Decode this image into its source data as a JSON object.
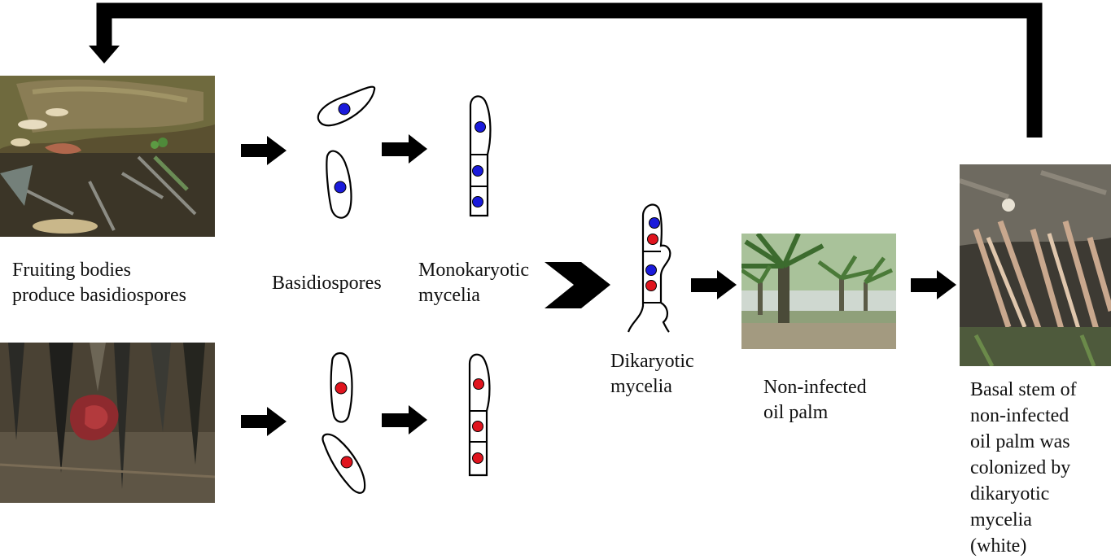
{
  "labels": {
    "fruiting": [
      "Fruiting bodies",
      "produce basidiospores"
    ],
    "basidiospores": "Basidiospores",
    "monokaryotic": [
      "Monokaryotic",
      "mycelia"
    ],
    "dikaryotic": [
      "Dikaryotic",
      "mycelia"
    ],
    "non_infected": [
      "Non-infected",
      "oil palm"
    ],
    "basal_stem": [
      "Basal stem of",
      "non-infected",
      "oil palm was",
      "colonized by",
      "dikaryotic",
      "mycelia",
      "(white)"
    ]
  },
  "colors": {
    "nucleus_a": "#1a1adb",
    "nucleus_b": "#e0141e",
    "arrow": "#000000"
  }
}
